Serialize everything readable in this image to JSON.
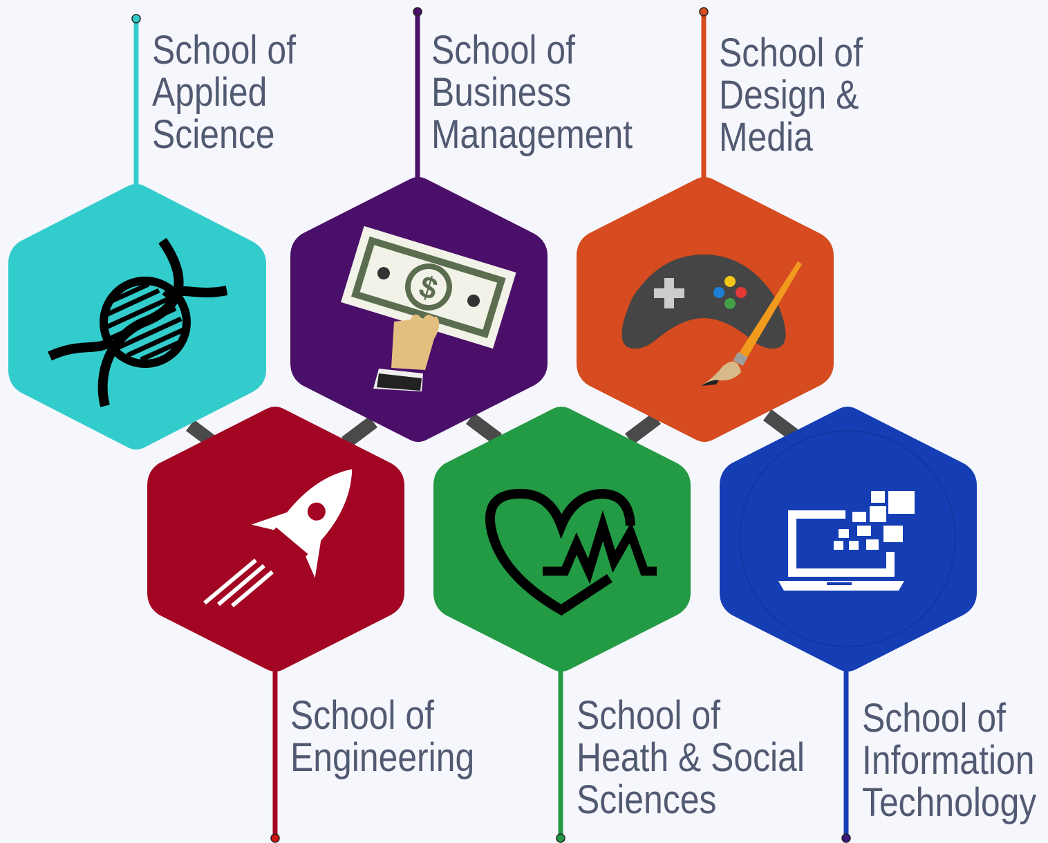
{
  "schools": [
    {
      "id": "applied-science",
      "lines": [
        "School of",
        "Applied",
        "Science"
      ],
      "color": "#33cccc",
      "icon": "dna-icon"
    },
    {
      "id": "business-management",
      "lines": [
        "School of",
        "Business",
        "Management"
      ],
      "color": "#4a0f69",
      "icon": "money-hand-icon"
    },
    {
      "id": "design-media",
      "lines": [
        "School of",
        "Design &",
        "Media"
      ],
      "color": "#d64b1f",
      "icon": "gamepad-brush-icon"
    },
    {
      "id": "engineering",
      "lines": [
        "School of",
        "Engineering"
      ],
      "color": "#a30623",
      "icon": "rocket-icon"
    },
    {
      "id": "health-social-sciences",
      "lines": [
        "School of",
        "Heath & Social",
        "Sciences"
      ],
      "color": "#239a44",
      "icon": "heartbeat-icon"
    },
    {
      "id": "information-technology",
      "lines": [
        "School of",
        "Information",
        "Technology"
      ],
      "color": "#153eb5",
      "icon": "laptop-pixels-icon"
    }
  ],
  "connector_color": "#4a4a4a",
  "text_color": "#515a72"
}
